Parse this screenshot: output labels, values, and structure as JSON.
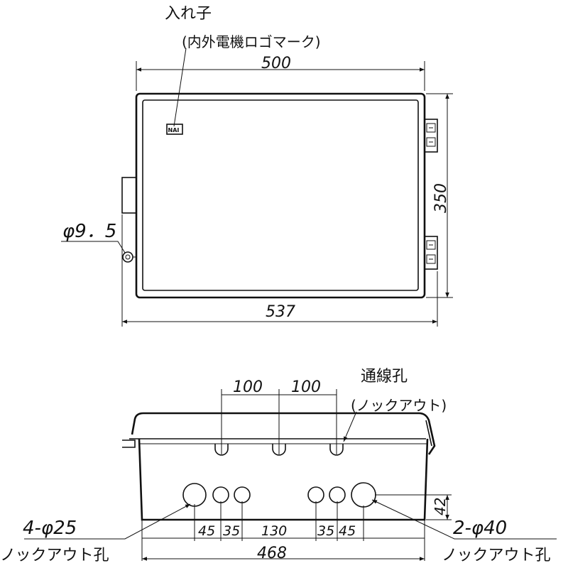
{
  "top_view": {
    "insert_label": "入れ子",
    "insert_sublabel": "(内外電機ロゴマーク)",
    "logo_mark": "NAI",
    "width_dim": "500",
    "height_dim": "350",
    "overall_width_dim": "537",
    "hole_dim": "φ9．5"
  },
  "side_view": {
    "pitch_dim_1": "100",
    "pitch_dim_2": "100",
    "wiring_hole_label": "通線孔",
    "wiring_hole_sublabel": "(ノックアウト)",
    "small_knockout_label": "4-φ25",
    "small_knockout_sublabel": "ノックアウト孔",
    "large_knockout_label": "2-φ40",
    "large_knockout_sublabel": "ノックアウト孔",
    "height_dim": "42",
    "spacing_dims": [
      "45",
      "35",
      "130",
      "35",
      "45"
    ],
    "bottom_width_dim": "468"
  }
}
